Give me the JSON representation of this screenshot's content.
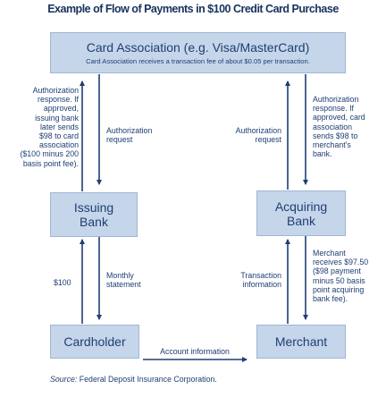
{
  "title": "Example of Flow of Payments in $100 Credit Card Purchase",
  "nodes": {
    "card_association": {
      "label": "Card Association (e.g. Visa/MasterCard)",
      "sublabel": "Card Association receives a transaction fee of about $0.05 per transaction."
    },
    "issuing_bank": {
      "line1": "Issuing",
      "line2": "Bank"
    },
    "acquiring_bank": {
      "line1": "Acquiring",
      "line2": "Bank"
    },
    "cardholder": {
      "label": "Cardholder"
    },
    "merchant": {
      "label": "Merchant"
    }
  },
  "edges": {
    "authorization_response_issuing": [
      "Authorization",
      "response.  If",
      "approved,",
      "issuing bank",
      "later sends",
      "$98 to card",
      "association",
      "($100 minus 200",
      "basis point fee)."
    ],
    "authorization_request_issuing": [
      "Authorization",
      "request"
    ],
    "authorization_request_acquiring": [
      "Authorization",
      "request"
    ],
    "authorization_response_acquiring": [
      "Authorization",
      "response.  If",
      "approved, card",
      "association",
      "sends $98 to",
      "merchant's",
      "bank."
    ],
    "payment_100": [
      "$100"
    ],
    "monthly_statement": [
      "Monthly",
      "statement"
    ],
    "transaction_information": [
      "Transaction",
      "information"
    ],
    "merchant_receives": [
      "Merchant",
      "receives $97.50",
      "($98 payment",
      "minus 50 basis",
      "point acquiring",
      "bank fee)."
    ],
    "account_information": [
      "Account information"
    ]
  },
  "source": {
    "prefix": "Source:",
    "text": "Federal Deposit Insurance Corporation."
  },
  "colors": {
    "box_fill": "#c5d6ea",
    "box_border": "#9fb6d3",
    "text": "#1f3e73",
    "arrow": "#1f3e73"
  }
}
